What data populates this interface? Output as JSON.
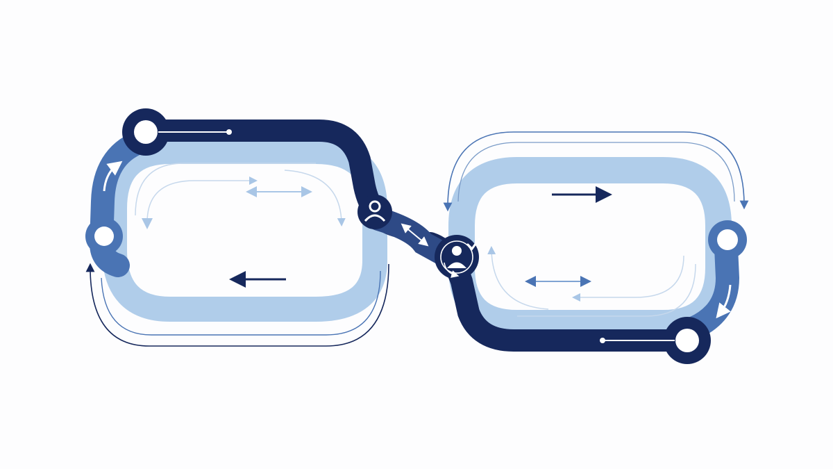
{
  "diagram": {
    "colors": {
      "background": "#fdfdfe",
      "navy": "#16285c",
      "mid_blue": "#4a74b4",
      "light_blue": "#b0cdea",
      "pale_blue": "#c6d8ec",
      "arrow_light": "#9ebde0",
      "white": "#ffffff"
    },
    "loops": [
      {
        "id": "left-loop",
        "flow_arrow_direction": "left"
      },
      {
        "id": "right-loop",
        "flow_arrow_direction": "right"
      }
    ],
    "nodes": [
      {
        "id": "top-left-node",
        "icon": "circle-node-icon"
      },
      {
        "id": "left-node",
        "icon": "circle-node-icon"
      },
      {
        "id": "right-node",
        "icon": "circle-node-icon"
      },
      {
        "id": "bottom-right-node",
        "icon": "circle-node-icon"
      },
      {
        "id": "user-node",
        "icon": "user-icon"
      },
      {
        "id": "user-check-node",
        "icon": "user-check-icon"
      }
    ]
  }
}
